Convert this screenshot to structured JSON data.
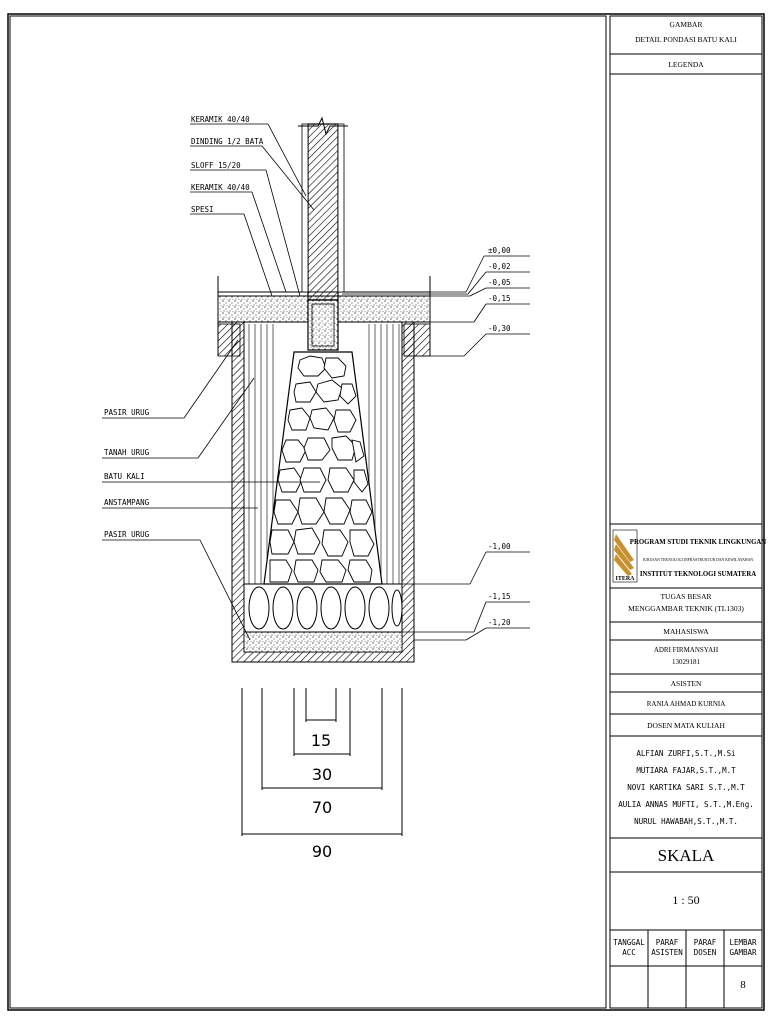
{
  "labels": {
    "keramik_top": "KERAMIK 40/40",
    "dinding": "DINDING 1/2 BATA",
    "sloof": "SLOFF 15/20",
    "keramik_2": "KERAMIK 40/40",
    "spesi": "SPESI",
    "pasir_urug_top": "PASIR URUG",
    "tanah_urug": "TANAH URUG",
    "batu_kali": "BATU KALI",
    "anstampang": "ANSTAMPANG",
    "pasir_urug_bottom": "PASIR URUG"
  },
  "levels": {
    "l000": "±0,00",
    "l002": "-0,02",
    "l005": "-0,05",
    "l015": "-0,15",
    "l030": "-0,30",
    "l100": "-1,00",
    "l115": "-1,15",
    "l120": "-1,20"
  },
  "dimensions": {
    "d15": "15",
    "d30": "30",
    "d70": "70",
    "d90": "90"
  },
  "title_block": {
    "gambar": "GAMBAR",
    "detail": "DETAIL PONDASI BATU KALI",
    "legenda": "LEGENDA",
    "program": "PROGRAM STUDI TEKNIK LINGKUNGAN",
    "jurusan": "JURUSAN TEKNOLOGI INFRASTRUKTUR DAN KEWILAYAHAN",
    "institut": "INSTITUT TEKNOLOGI SUMATERA",
    "logo_text": "ITERA",
    "tugas": "TUGAS BESAR",
    "menggambar": "MENGGAMBAR TEKNIK (TL1303)",
    "mahasiswa": "MAHASISWA",
    "nama": "ADRI FIRMANSYAH",
    "nim": "13029181",
    "asisten_h": "ASISTEN",
    "asisten": "RANIA AHMAD KURNIA",
    "dosen_h": "DOSEN MATA KULIAH",
    "dosen": [
      "ALFIAN ZURFI,S.T.,M.Si",
      "MUTIARA FAJAR,S.T.,M.T",
      "NOVI KARTIKA SARI S.T.,M.T",
      "AULIA ANNAS MUFTI, S.T.,M.Eng.",
      "NURUL HAWABAH,S.T.,M.T."
    ],
    "skala_h": "SKALA",
    "skala": "1 : 50",
    "tanggal_acc": [
      "TANGGAL",
      "ACC"
    ],
    "paraf_asisten": [
      "PARAF",
      "ASISTEN"
    ],
    "paraf_dosen": [
      "PARAF",
      "DOSEN"
    ],
    "lembar_gambar": [
      "LEMBAR",
      "GAMBAR"
    ],
    "lembar_no": "8"
  }
}
